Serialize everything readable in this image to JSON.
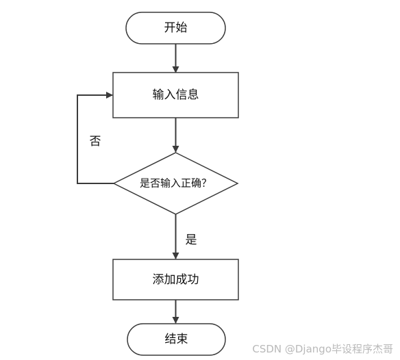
{
  "flowchart": {
    "nodes": {
      "start": "开始",
      "input": "输入信息",
      "decision": "是否输入正确？",
      "success": "添加成功",
      "end": "结束"
    },
    "edges": {
      "no_label": "否",
      "yes_label": "是"
    }
  },
  "watermark": "CSDN @Django毕设程序杰哥",
  "colors": {
    "stroke": "#3a3a3a",
    "fill": "#ffffff",
    "text": "#111111",
    "watermark": "#b9b9b9"
  }
}
